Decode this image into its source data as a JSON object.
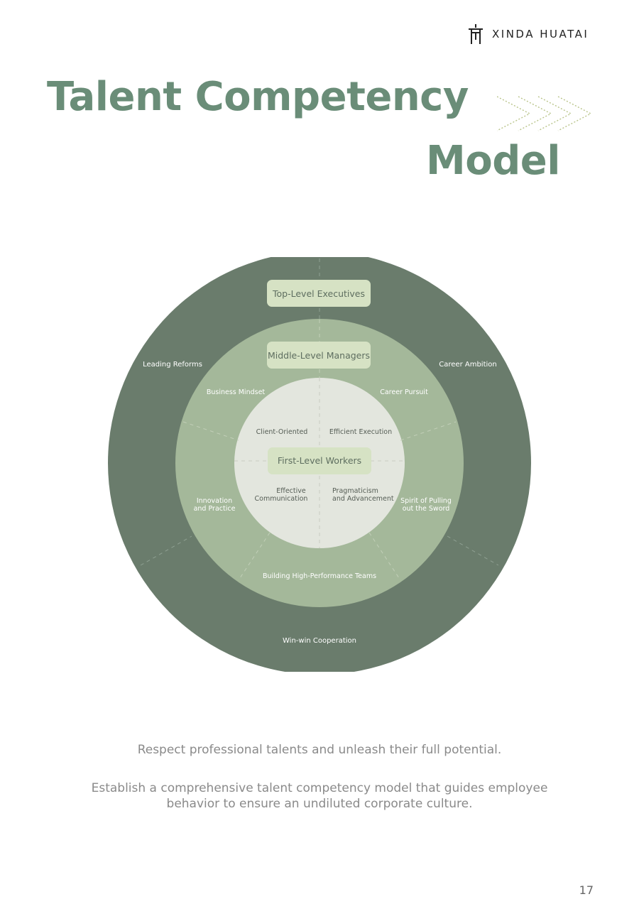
{
  "brand": {
    "name": "XINDA HUATAI",
    "logo_icon": "hanger-logo-icon"
  },
  "title": {
    "line1": "Talent Competency",
    "line2": "Model"
  },
  "colors": {
    "title": "#6a8d78",
    "outer_ring": "#6a7c6c",
    "middle_ring": "#a4b89a",
    "inner_circle": "#e3e6de",
    "label_box": "#d6e2c4",
    "accent_chevron": "#b9c48a"
  },
  "diagram": {
    "levels": {
      "top": "Top-Level Executives",
      "middle": "Middle-Level Managers",
      "first": "First-Level Workers"
    },
    "outer_ring": {
      "leading_reforms": "Leading Reforms",
      "career_ambition": "Career Ambition",
      "win_win": "Win-win Cooperation"
    },
    "middle_ring": {
      "business_mindset": "Business Mindset",
      "career_pursuit": "Career Pursuit",
      "innovation_1": "Innovation",
      "innovation_2": "and Practice",
      "spirit_1": "Spirit of Pulling",
      "spirit_2": "out the Sword",
      "building_teams": "Building High-Performance Teams"
    },
    "inner_circle": {
      "client_oriented": "Client-Oriented",
      "efficient_execution": "Efficient Execution",
      "effective_1": "Effective",
      "effective_2": "Communication",
      "pragmatism_1": "Pragmaticism",
      "pragmatism_2": "and Advancement"
    }
  },
  "captions": {
    "line1": "Respect professional talents and unleash their full potential.",
    "line2": "Establish a comprehensive talent competency model that guides employee behavior to ensure an undiluted corporate culture."
  },
  "page_number": "17"
}
